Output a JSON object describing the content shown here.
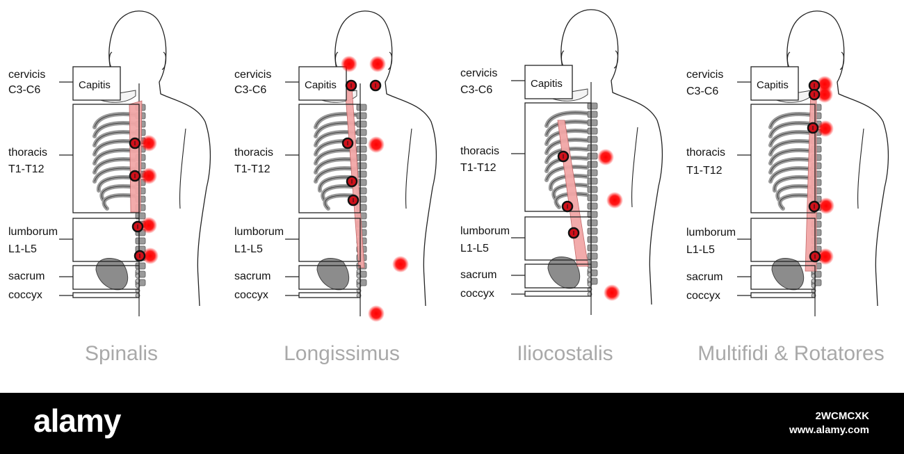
{
  "panels": [
    {
      "title": "Spinalis",
      "labels": {
        "cervicis": "cervicis",
        "cervicis_range": "C3-C6",
        "capitis": "Capitis",
        "thoracis": "thoracis",
        "thoracis_range": "T1-T12",
        "lumborum": "lumborum",
        "lumborum_range": "L1-L5",
        "sacrum": "sacrum",
        "coccyx": "coccyx"
      }
    },
    {
      "title": "Longissimus",
      "labels": {
        "cervicis": "cervicis",
        "cervicis_range": "C3-C6",
        "capitis": "Capitis",
        "thoracis": "thoracis",
        "thoracis_range": "T1-T12",
        "lumborum": "lumborum",
        "lumborum_range": "L1-L5",
        "sacrum": "sacrum",
        "coccyx": "coccyx"
      }
    },
    {
      "title": "Iliocostalis",
      "labels": {
        "cervicis": "cervicis",
        "cervicis_range": "C3-C6",
        "capitis": "Capitis",
        "thoracis": "thoracis",
        "thoracis_range": "T1-T12",
        "lumborum": "lumborum",
        "lumborum_range": "L1-L5",
        "sacrum": "sacrum",
        "coccyx": "coccyx"
      }
    },
    {
      "title": "Multifidi & Rotatores",
      "labels": {
        "cervicis": "cervicis",
        "cervicis_range": "C3-C6",
        "capitis": "Capitis",
        "thoracis": "thoracis",
        "thoracis_range": "T1-T12",
        "lumborum": "lumborum",
        "lumborum_range": "L1-L5",
        "sacrum": "sacrum",
        "coccyx": "coccyx"
      }
    }
  ],
  "colors": {
    "muscle": "#f2a7a7",
    "pain": "#ff0000",
    "trigger": "#d0101a",
    "bone": "#9a9a9a",
    "title": "#a9a9a9"
  },
  "footer": {
    "logo": "alamy",
    "image_id": "2WCMCXK",
    "url": "www.alamy.com"
  }
}
